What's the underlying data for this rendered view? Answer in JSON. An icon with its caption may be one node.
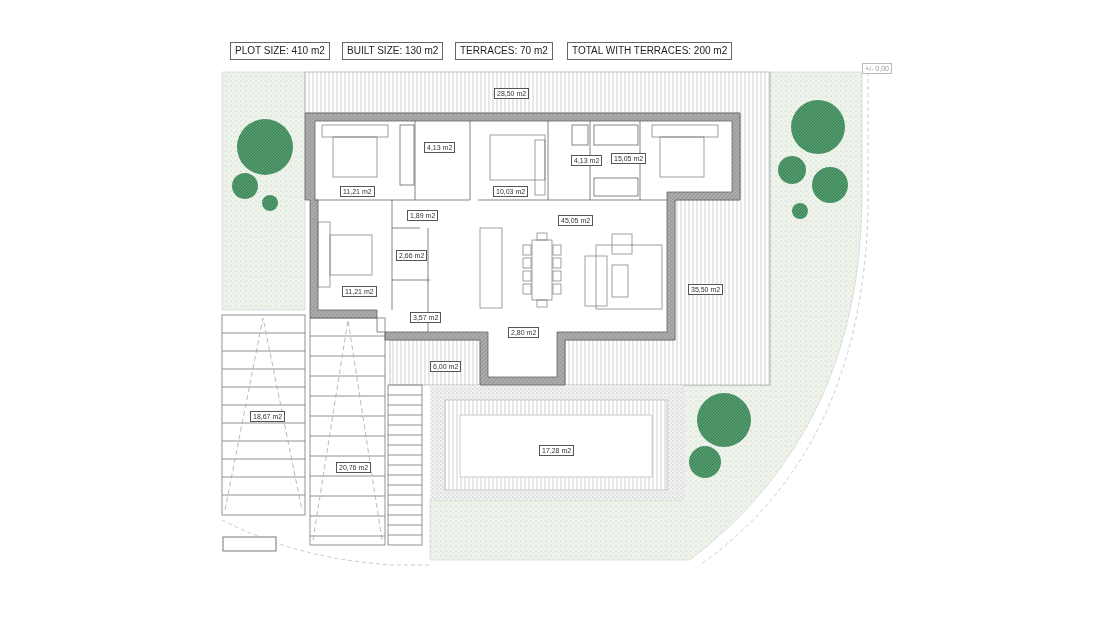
{
  "diagram": {
    "labels": [
      "PLOT SIZE: 410 m2",
      "BUILT SIZE: 130 m2",
      "TERRACES: 70 m2",
      "TOTAL WITH TERRACES: 200 m2",
      "+/- 0,00",
      "28,50 m2",
      "4,13 m2",
      "4,13 m2",
      "15,05 m2",
      "11,21 m2",
      "10,03 m2",
      "1,89 m2",
      "45,05 m2",
      "2,66 m2",
      "11,21 m2",
      "35,50 m2",
      "3,57 m2",
      "2,80 m2",
      "6,00 m2",
      "18,67 m2",
      "17,28 m2",
      "20,76 m2"
    ]
  }
}
